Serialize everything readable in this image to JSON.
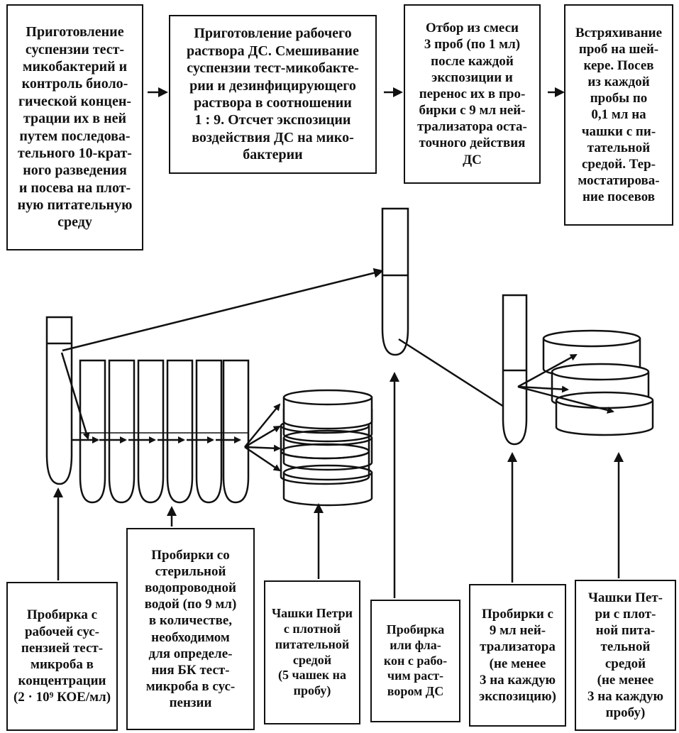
{
  "top_steps": [
    "Приготовление\nсуспензии тест-\nмикобактерий и\nконтроль биоло-\nгической концен-\nтрации их в ней\nпутем последова-\nтельного 10-крат-\nного разведения\nи посева на плот-\nную питательную\nсреду",
    "Приготовление рабочего\nраствора ДС. Смешивание\nсуспензии тест-микобакте-\nрии и дезинфицирующего\nраствора в соотношении\n1 : 9. Отсчет экспозиции\nвоздействия ДС на мико-\nбактерии",
    "Отбор из смеси\n3 проб (по 1 мл)\nпосле каждой\nэкспозиции и\nперенос их в про-\nбирки с 9 мл ней-\nтрализатора оста-\nточного действия\nДС",
    "Встряхивание\nпроб на шей-\nкере. Посев\nиз каждой\nпробы по\n0,1 мл на\nчашки с пи-\nтательной\nсредой. Тер-\nмостатирова-\nние посевов"
  ],
  "bottom_labels": [
    "Пробирка с\nрабочей сус-\nпензией тест-\nмикроба в\nконцентрации\n(2 · 10⁹ КОЕ/мл)",
    "Пробирки со\nстерильной\nводопроводной\nводой (по 9 мл)\nв количестве,\nнеобходимом\nдля определе-\nния БК тест-\nмикроба в сус-\nпензии",
    "Чашки Петри\nс плотной\nпитательной\nсредой\n(5 чашек на\nпробу)",
    "Пробирка\nили фла-\nкон с рабо-\nчим раст-\nвором ДС",
    "Пробирки с\n9 мл ней-\nтрализатора\n(не менее\n3 на каждую\nэкспозицию)",
    "Чашки Пет-\nри с плот-\nной пита-\nтельной\nсредой\n(не менее\n3 на каждую\nпробу)"
  ],
  "colors": {
    "ink": "#111111",
    "paper": "#ffffff"
  }
}
